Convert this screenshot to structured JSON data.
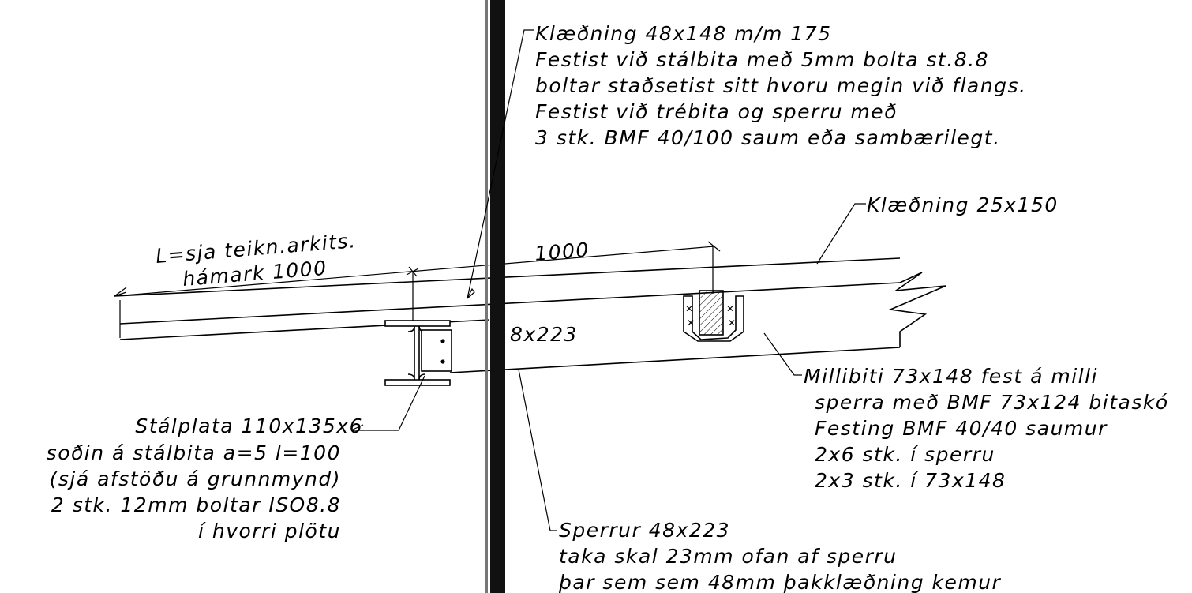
{
  "notes": {
    "top": [
      "Klæðning 48x148 m/m 175",
      "Festist við stálbita með 5mm bolta st.8.8",
      "boltar staðsetist sitt hvoru megin við flangs.",
      "Festist við trébita  og sperru með",
      "3 stk. BMF 40/100 saum eða sambærilegt."
    ],
    "cladding": "Klæðning 25x150",
    "left_dim": [
      "L=sja teikn.arkits.",
      "hámark 1000"
    ],
    "right_dim": "1000",
    "rafter_size": "8x223",
    "steel_plate": [
      "Stálplata 110x135x6",
      "soðin á stálbita a=5 l=100",
      "(sjá afstöðu á grunnmynd)",
      "2 stk. 12mm boltar ISO8.8",
      "í hvorri plötu"
    ],
    "millibiti": [
      "Millibiti 73x148 fest á milli",
      "sperra með BMF 73x124 bitaskó",
      "Festing BMF 40/40 saumur",
      "2x6 stk. í sperru",
      "2x3 stk. í 73x148"
    ],
    "sperrur": [
      "Sperrur 48x223",
      "taka skal 23mm ofan af sperru",
      "þar sem sem 48mm þakklæðning kemur"
    ]
  }
}
